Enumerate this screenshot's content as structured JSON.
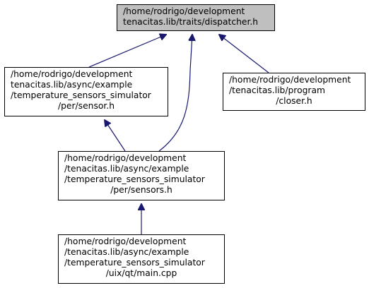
{
  "nodes": {
    "dispatcher": [
      "/home/rodrigo/development",
      "tenacitas.lib/traits/dispatcher.h"
    ],
    "sensor": [
      "/home/rodrigo/development",
      "tenacitas.lib/async/example",
      "/temperature_sensors_simulator",
      "/per/sensor.h"
    ],
    "closer": [
      "/home/rodrigo/development",
      "/tenacitas.lib/program",
      "/closer.h"
    ],
    "sensors": [
      "/home/rodrigo/development",
      "/tenacitas.lib/async/example",
      "/temperature_sensors_simulator",
      "/per/sensors.h"
    ],
    "main": [
      "/home/rodrigo/development",
      "/tenacitas.lib/async/example",
      "/temperature_sensors_simulator",
      "/uix/qt/main.cpp"
    ]
  },
  "edges": [
    {
      "from": "sensor",
      "to": "dispatcher"
    },
    {
      "from": "sensors",
      "to": "dispatcher"
    },
    {
      "from": "closer",
      "to": "dispatcher"
    },
    {
      "from": "sensors",
      "to": "sensor"
    },
    {
      "from": "main",
      "to": "sensors"
    }
  ],
  "colors": {
    "edge": "#191970",
    "root_fill": "#bfbfbf",
    "node_fill": "#ffffff",
    "border": "#000000"
  }
}
